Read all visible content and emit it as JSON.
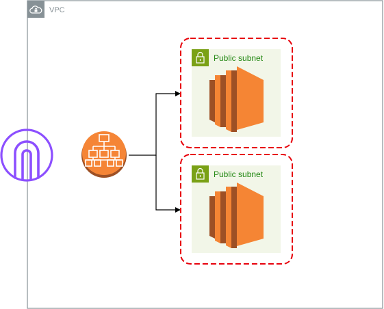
{
  "vpc": {
    "label": "VPC",
    "icon": "cloud-lock-icon",
    "border_color": "#879196",
    "label_color": "#879196"
  },
  "internet_gateway": {
    "icon": "internet-gateway-icon",
    "color": "#8C4FFF"
  },
  "load_balancer": {
    "icon": "elastic-load-balancing-icon",
    "color": "#F58536"
  },
  "subnets": [
    {
      "label": "Public subnet",
      "icon": "padlock-icon",
      "instance_icon": "ec2-instance-icon"
    },
    {
      "label": "Public subnet",
      "icon": "padlock-icon",
      "instance_icon": "ec2-instance-icon"
    }
  ],
  "colors": {
    "subnet_fill": "#F2F6E8",
    "subnet_accent": "#7AA116",
    "subnet_label": "#248814",
    "highlight_dash": "#E7000B",
    "ec2": "#F58534",
    "ec2_dark": "#9D5025",
    "connector": "#000000"
  }
}
